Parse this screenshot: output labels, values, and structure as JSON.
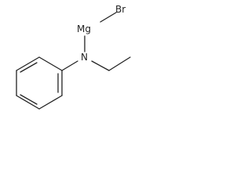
{
  "molecule": {
    "atoms": {
      "bromine": "Br",
      "magnesium": "Mg",
      "nitrogen": "N"
    }
  }
}
